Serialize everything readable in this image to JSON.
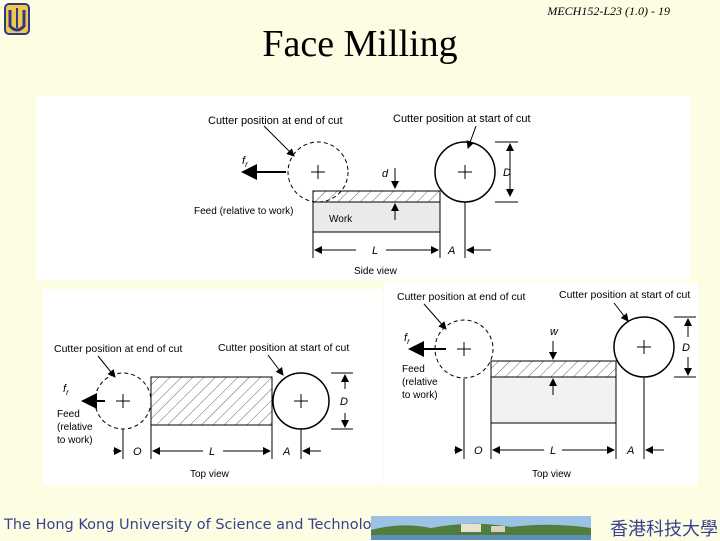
{
  "slide": {
    "id": "MECH152-L23 (1.0) - 19",
    "title": "Face Milling"
  },
  "side_view": {
    "end_label": "Cutter position at end of cut",
    "start_label": "Cutter position at start of cut",
    "fr": "f",
    "fr_sub": "r",
    "d": "d",
    "D": "D",
    "feed": "Feed (relative to work)",
    "work": "Work",
    "L": "L",
    "A": "A",
    "caption": "Side view"
  },
  "top_view_1": {
    "end_label": "Cutter position at end of cut",
    "start_label": "Cutter position at start of cut",
    "fr": "f",
    "fr_sub": "r",
    "feed1": "Feed",
    "feed2": "(relative",
    "feed3": "to work)",
    "D": "D",
    "O": "O",
    "L": "L",
    "A": "A",
    "caption": "Top view"
  },
  "top_view_2": {
    "end_label": "Cutter position at end of cut",
    "start_label": "Cutter position at start of cut",
    "fr": "f",
    "fr_sub": "r",
    "w": "w",
    "feed1": "Feed",
    "feed2": "(relative",
    "feed3": "to work)",
    "D": "D",
    "O": "O",
    "L": "L",
    "A": "A",
    "caption": "Top view"
  },
  "footer": {
    "university": "The Hong Kong University of Science and Technology",
    "university_cn": "香港科技大學"
  },
  "colors": {
    "footer_text": "#3b3f8f",
    "background": "#fdfde4"
  }
}
